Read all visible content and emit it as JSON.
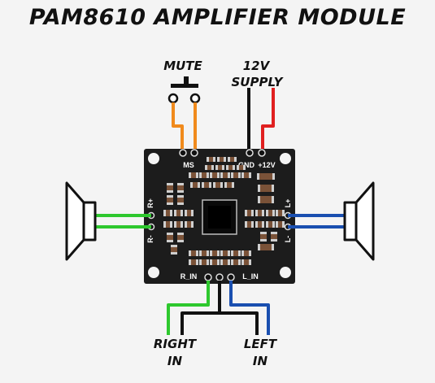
{
  "title": "PAM8610 AMPLIFIER MODULE",
  "labels": {
    "mute": "MUTE",
    "supply_1": "12V",
    "supply_2": "SUPPLY",
    "right_in_1": "RIGHT",
    "right_in_2": "IN",
    "left_in_1": "LEFT",
    "left_in_2": "IN"
  },
  "board_pins": {
    "ms": "MS",
    "gnd": "GND",
    "plus12v": "+12V",
    "r_plus": "R+",
    "r_minus": "R-",
    "l_plus": "L+",
    "l_minus": "L-",
    "r_in": "R_IN",
    "l_in": "L_IN"
  },
  "colors": {
    "background": "#f4f4f4",
    "board": "#1c1c1c",
    "mute_wire": "#f08a1c",
    "gnd_wire": "#111111",
    "supply_wire": "#e02020",
    "right_wire": "#2ec82e",
    "left_wire": "#1a4fb0",
    "signal_ground_wire": "#111111"
  },
  "icons": [
    "push-button-icon",
    "speaker-left-icon",
    "speaker-right-icon",
    "ic-chip-icon"
  ]
}
